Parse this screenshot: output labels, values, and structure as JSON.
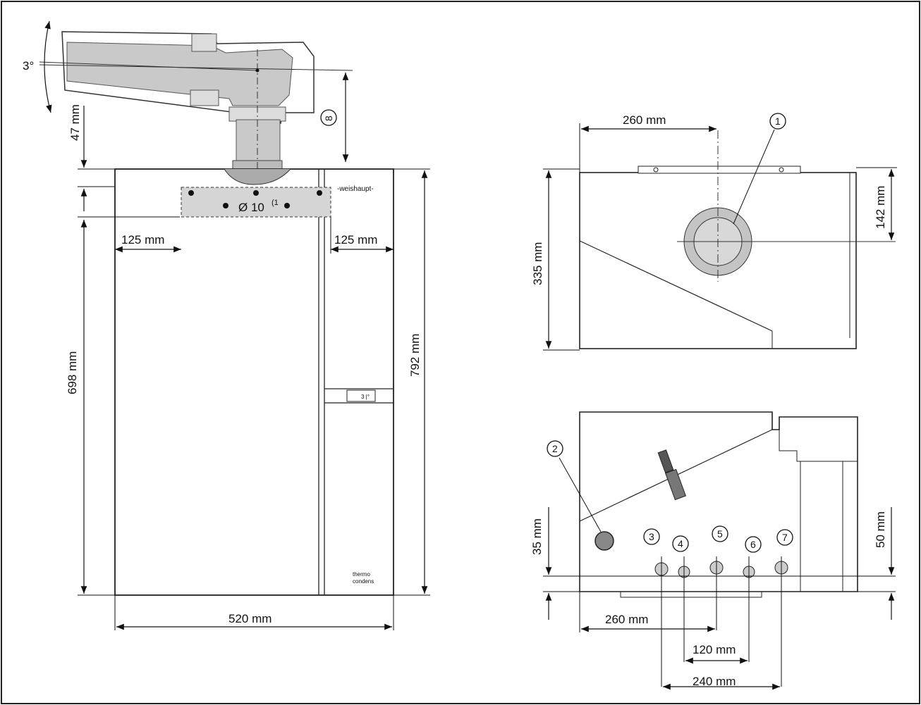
{
  "front_view": {
    "angle_label": "3°",
    "dim_top_clearance": "47 mm",
    "callout_flue": "8",
    "dim_hole_diameter": "Ø 10",
    "hole_footnote": "(1",
    "brand_label": "-weishaupt-",
    "dim_left_offset": "125 mm",
    "dim_right_offset": "125 mm",
    "dim_height_698": "698 mm",
    "dim_height_792": "792 mm",
    "dim_width_520": "520 mm",
    "display_text": "3 |°",
    "logo_line1": "thermo",
    "logo_line2": "condens"
  },
  "top_view": {
    "dim_260": "260 mm",
    "dim_335": "335 mm",
    "dim_142": "142 mm",
    "callout_1": "1"
  },
  "bottom_view": {
    "callout_2": "2",
    "callout_3": "3",
    "callout_4": "4",
    "callout_5": "5",
    "callout_6": "6",
    "callout_7": "7",
    "dim_35": "35 mm",
    "dim_50": "50 mm",
    "dim_260": "260 mm",
    "dim_120": "120 mm",
    "dim_240": "240 mm"
  }
}
